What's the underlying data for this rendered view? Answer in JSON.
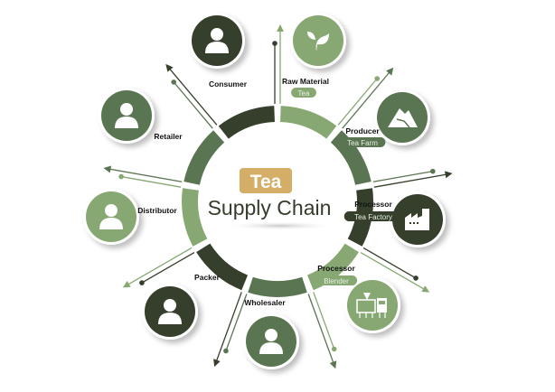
{
  "title": {
    "badge": "Tea",
    "main": "Supply Chain"
  },
  "colors": {
    "dark": "#353f2b",
    "mid": "#5a7552",
    "light": "#87a872",
    "gold": "#d4ad66"
  },
  "stages": [
    {
      "label": "Consumer",
      "sub": null,
      "icon": "person-icon",
      "tone": "dark"
    },
    {
      "label": "Raw Material",
      "sub": "Tea",
      "icon": "leaf-icon",
      "tone": "light"
    },
    {
      "label": "Producer",
      "sub": "Tea Farm",
      "icon": "mountain-icon",
      "tone": "mid"
    },
    {
      "label": "Processor",
      "sub": "Tea Factory",
      "icon": "factory-icon",
      "tone": "dark"
    },
    {
      "label": "Processor",
      "sub": "Blender",
      "icon": "machine-icon",
      "tone": "light"
    },
    {
      "label": "Wholesaler",
      "sub": null,
      "icon": "person-icon",
      "tone": "mid"
    },
    {
      "label": "Packer",
      "sub": null,
      "icon": "person-icon",
      "tone": "dark"
    },
    {
      "label": "Distributor",
      "sub": null,
      "icon": "person-icon",
      "tone": "light"
    },
    {
      "label": "Retailer",
      "sub": null,
      "icon": "person-icon",
      "tone": "mid"
    }
  ]
}
